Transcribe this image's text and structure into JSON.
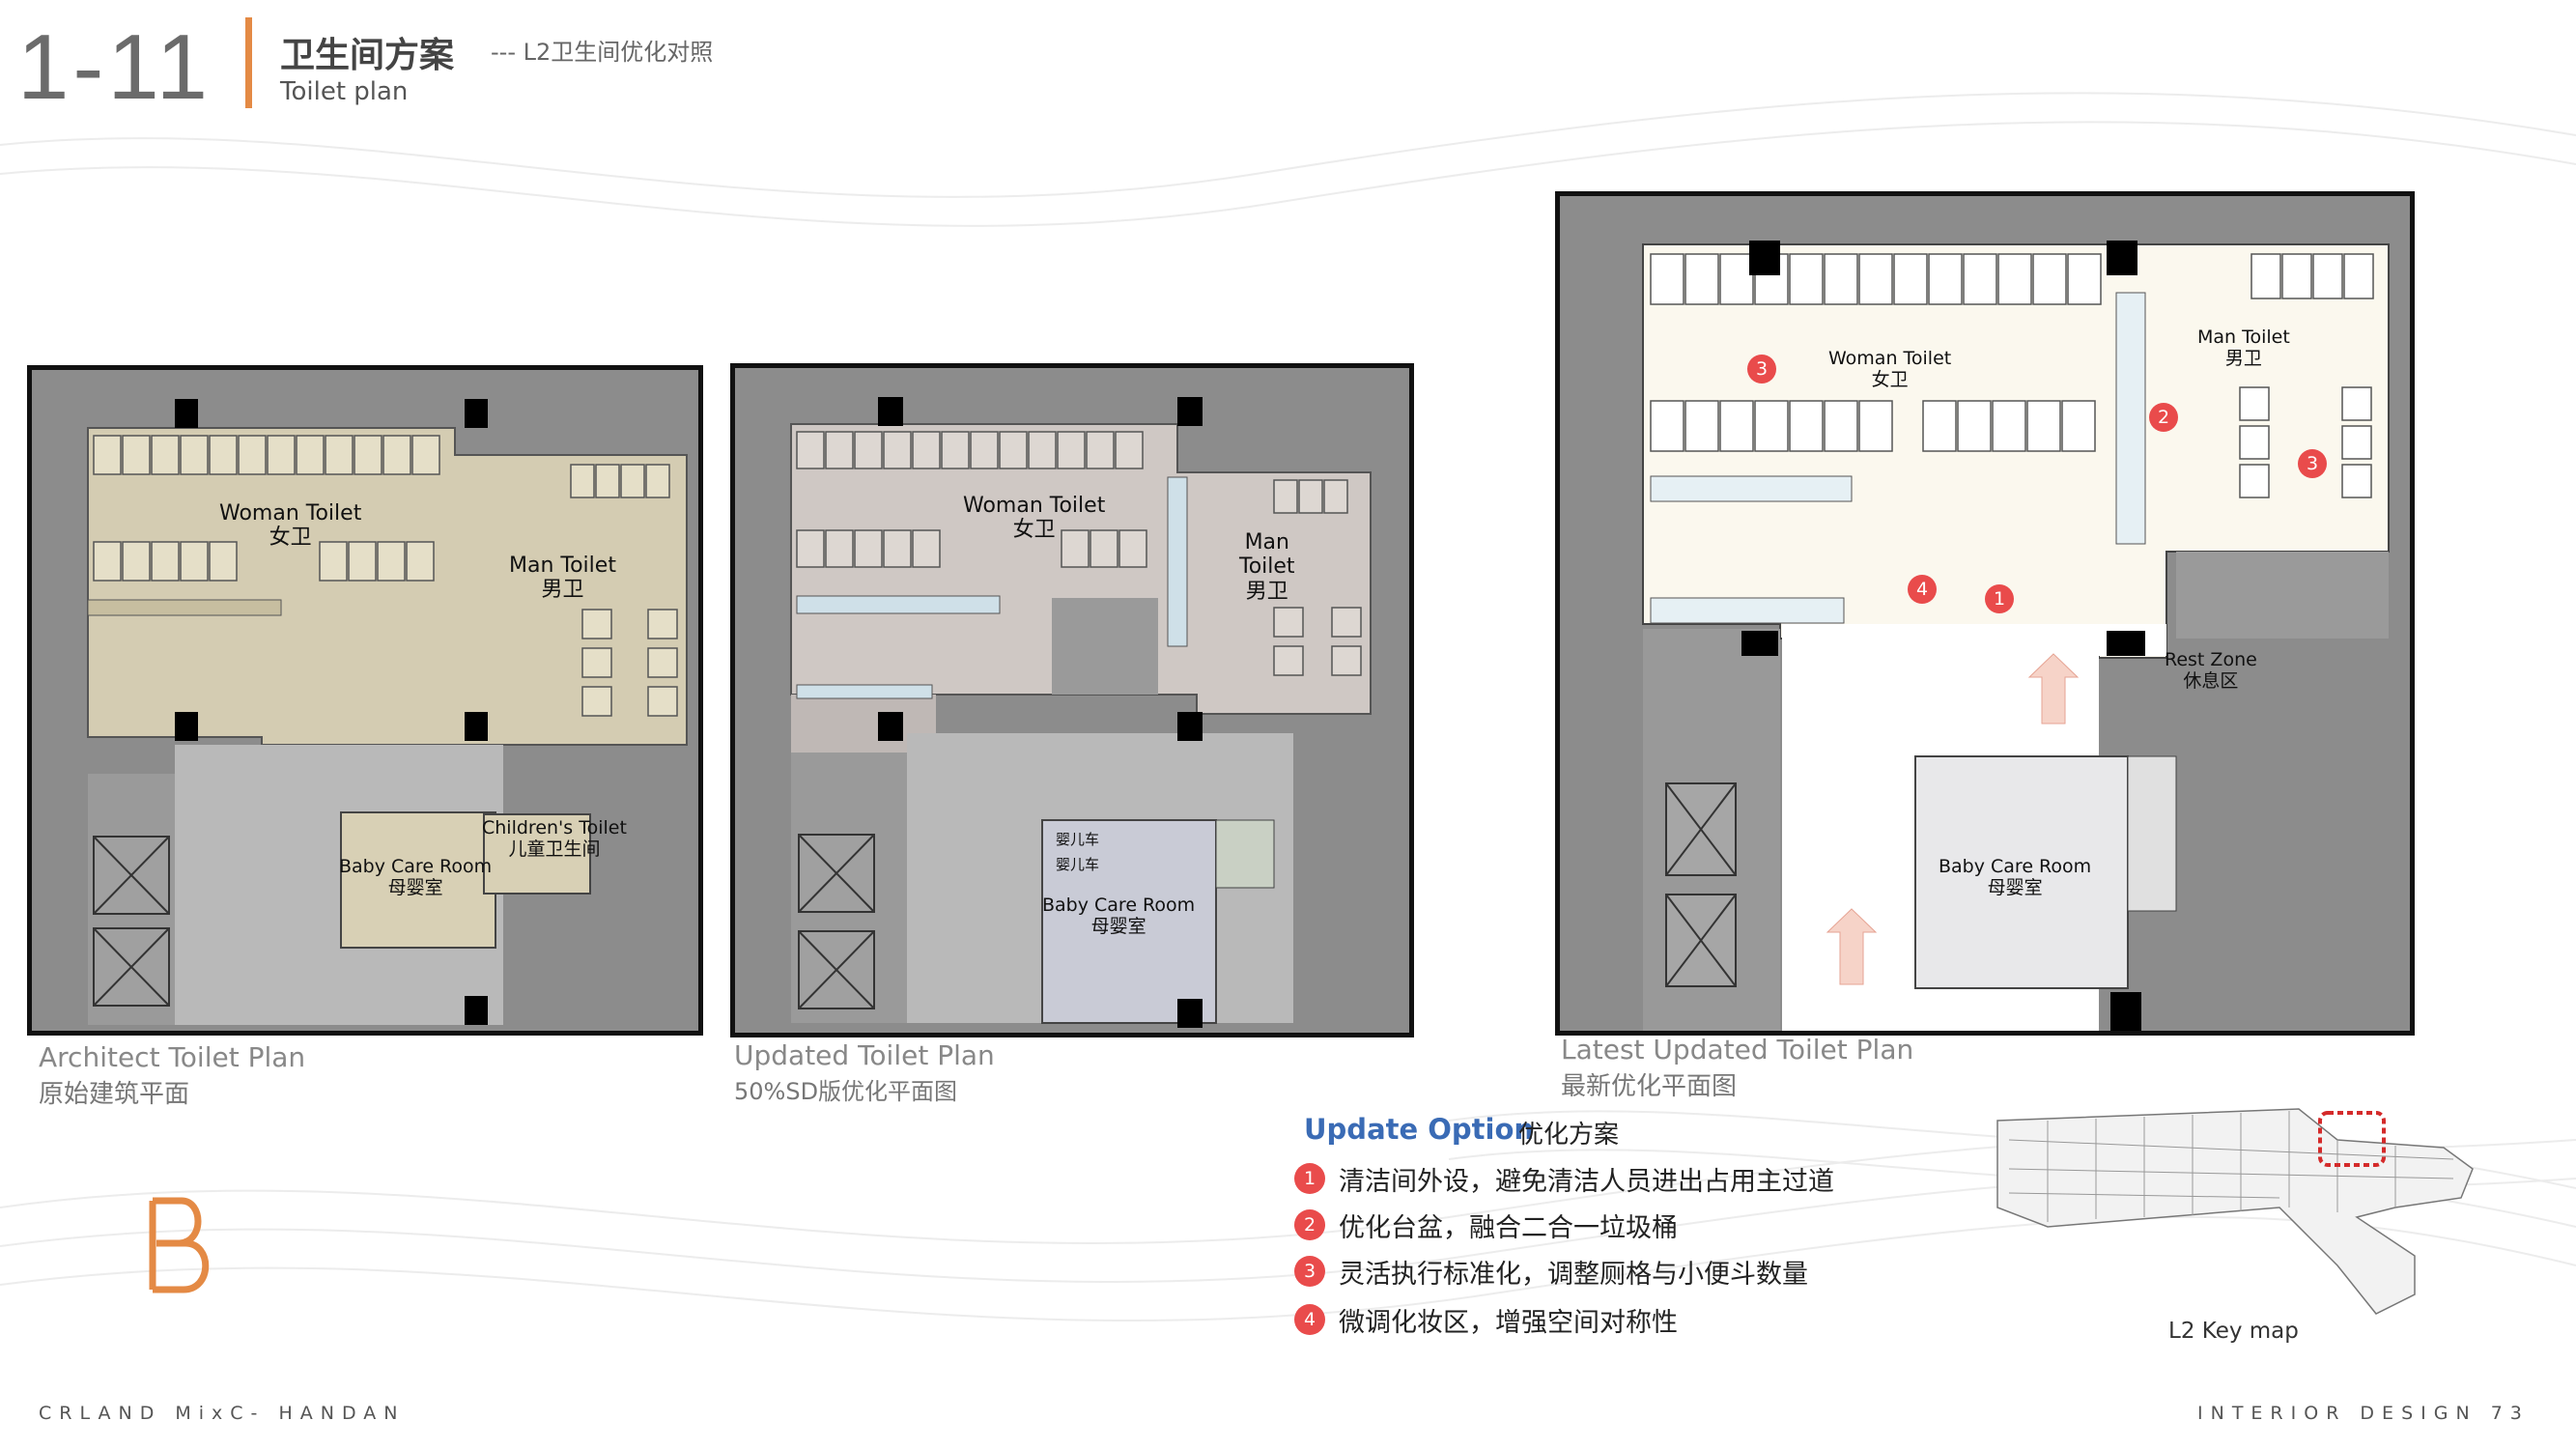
{
  "header": {
    "number": "1-11",
    "title_cn": "卫生间方案",
    "subtitle": "--- L2卫生间优化对照",
    "title_en": "Toilet plan"
  },
  "plans": [
    {
      "caption_en": "Architect Toilet Plan",
      "caption_cn": "原始建筑平面",
      "labels": {
        "woman_en": "Woman Toilet",
        "woman_cn": "女卫",
        "man_en": "Man Toilet",
        "man_cn": "男卫",
        "children_en": "Children's Toilet",
        "children_cn": "儿童卫生间",
        "baby_en": "Baby Care Room",
        "baby_cn": "母婴室"
      }
    },
    {
      "caption_en": "Updated Toilet Plan",
      "caption_cn": "50%SD版优化平面图",
      "labels": {
        "woman_en": "Woman Toilet",
        "woman_cn": "女卫",
        "man_en": "Man",
        "man_en2": "Toilet",
        "man_cn": "男卫",
        "baby_en": "Baby Care Room",
        "baby_cn": "母婴室",
        "stroller1": "婴儿车",
        "stroller2": "婴儿车"
      }
    },
    {
      "caption_en": "Latest Updated Toilet Plan",
      "caption_cn": "最新优化平面图",
      "labels": {
        "woman_en": "Woman Toilet",
        "woman_cn": "女卫",
        "man_en": "Man Toilet",
        "man_cn": "男卫",
        "rest_en": "Rest Zone",
        "rest_cn": "休息区",
        "baby_en": "Baby Care Room",
        "baby_cn": "母婴室"
      },
      "badges": [
        "3",
        "2",
        "3",
        "4",
        "1"
      ]
    }
  ],
  "options": {
    "title_en": "Update Option",
    "title_cn": "优化方案",
    "items": [
      {
        "num": "1",
        "text": "清洁间外设，避免清洁人员进出占用主过道"
      },
      {
        "num": "2",
        "text": "优化台盆，融合二合一垃圾桶"
      },
      {
        "num": "3",
        "text": "灵活执行标准化，调整厕格与小便斗数量"
      },
      {
        "num": "4",
        "text": "微调化妆区，增强空间对称性"
      }
    ]
  },
  "keymap": {
    "label": "L2 Key map"
  },
  "footer": {
    "left": "CRLAND MixC- HANDAN",
    "right": "INTERIOR DESIGN 73"
  },
  "colors": {
    "accent": "#e48a45",
    "badge": "#e94b4b",
    "option_title": "#3a6bb5"
  }
}
